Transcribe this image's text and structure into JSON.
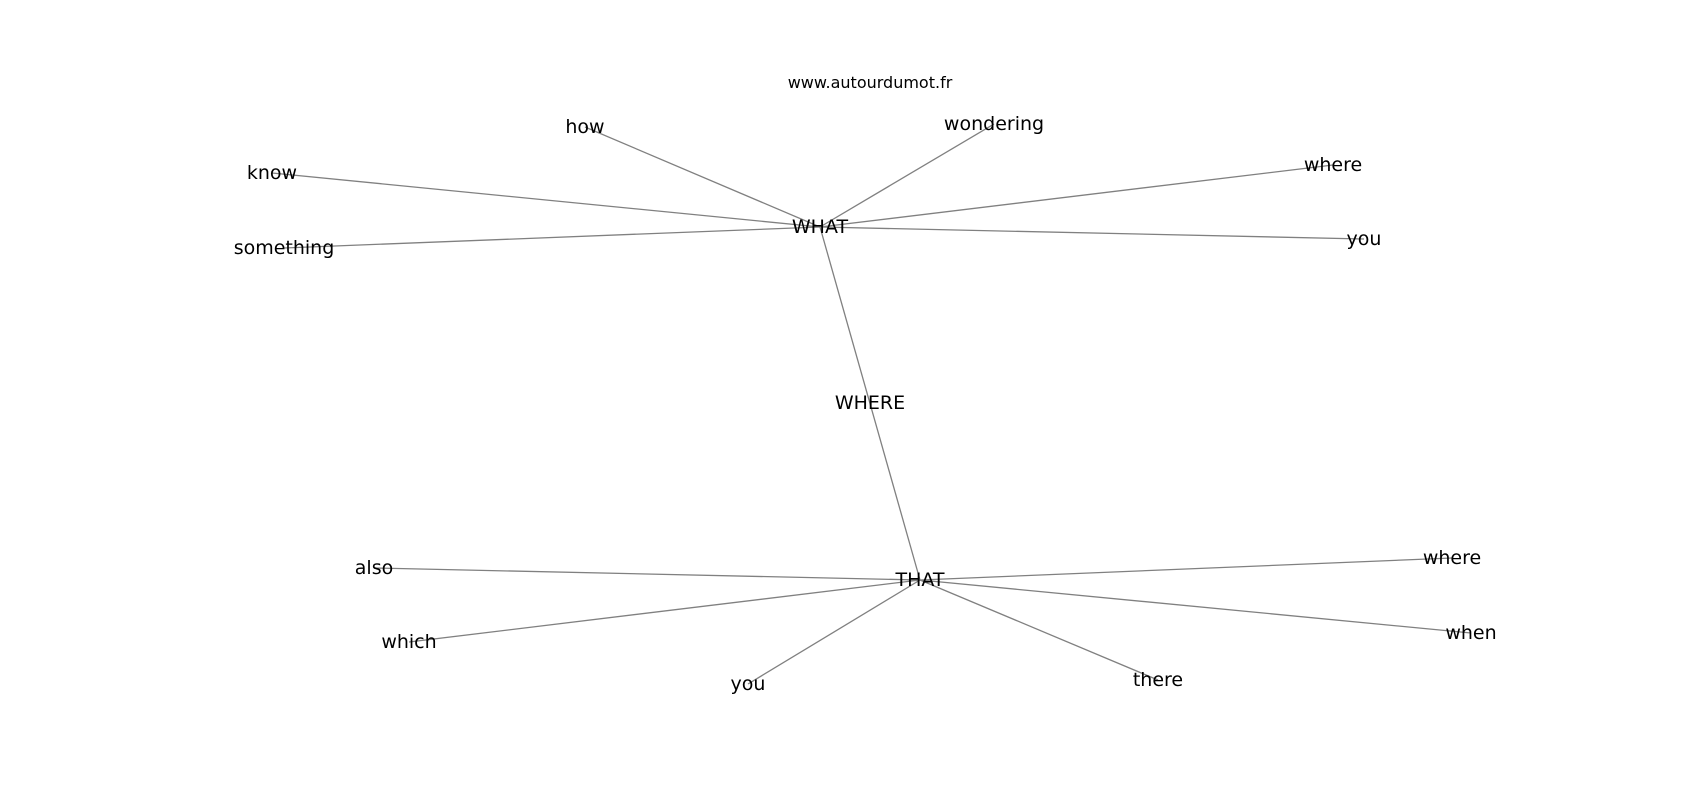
{
  "source_text": "www.autourdumot.fr",
  "center": {
    "id": "where_center",
    "label": "WHERE"
  },
  "hubs": [
    {
      "id": "what",
      "label": "WHAT"
    },
    {
      "id": "that",
      "label": "THAT"
    }
  ],
  "neighbors": [
    {
      "id": "what_how",
      "hub": "what",
      "label": "how"
    },
    {
      "id": "what_wondering",
      "hub": "what",
      "label": "wondering"
    },
    {
      "id": "what_know",
      "hub": "what",
      "label": "know"
    },
    {
      "id": "what_where",
      "hub": "what",
      "label": "where"
    },
    {
      "id": "what_something",
      "hub": "what",
      "label": "something"
    },
    {
      "id": "what_you",
      "hub": "what",
      "label": "you"
    },
    {
      "id": "that_also",
      "hub": "that",
      "label": "also"
    },
    {
      "id": "that_where",
      "hub": "that",
      "label": "where"
    },
    {
      "id": "that_which",
      "hub": "that",
      "label": "which"
    },
    {
      "id": "that_when",
      "hub": "that",
      "label": "when"
    },
    {
      "id": "that_you",
      "hub": "that",
      "label": "you"
    },
    {
      "id": "that_there",
      "hub": "that",
      "label": "there"
    }
  ]
}
